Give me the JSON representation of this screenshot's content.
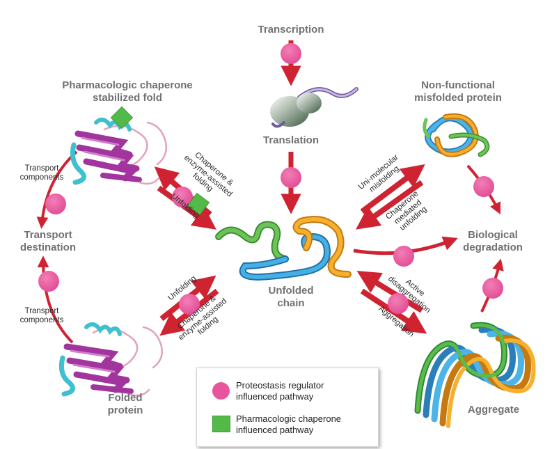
{
  "colors": {
    "arrow": "#cf2332",
    "regulator": "#e9559c",
    "chaperone": "#53b948",
    "label_gray": "#707174",
    "strand_orange": "#f3a51f",
    "strand_blue": "#38a8df",
    "strand_green": "#5dbb4a",
    "protein_magenta": "#a2349e",
    "protein_cyan": "#3fc0cf"
  },
  "icons": [
    "ribosome-icon",
    "unfolded-chain-icon",
    "misfolded-protein-icon",
    "aggregate-icon",
    "folded-protein-icon",
    "regulator-dot-icon",
    "chaperone-square-icon"
  ],
  "labels": {
    "transcription": "Transcription",
    "translation": "Translation",
    "pharmacologic_line1": "Pharmacologic chaperone",
    "pharmacologic_line2": "stabilized fold",
    "nonfunctional_line1": "Non-functional",
    "nonfunctional_line2": "misfolded protein",
    "transport_destination_line1": "Transport",
    "transport_destination_line2": "destination",
    "biological_degradation_line1": "Biological",
    "biological_degradation_line2": "degradation",
    "unfolded_chain_line1": "Unfolded",
    "unfolded_chain_line2": "chain",
    "folded_protein_line1": "Folded",
    "folded_protein_line2": "protein",
    "aggregate": "Aggregate",
    "transport_components_top_line1": "Transport",
    "transport_components_top_line2": "components",
    "transport_components_bottom_line1": "Transport",
    "transport_components_bottom_line2": "components"
  },
  "pathways": {
    "upper_left_forward_line1": "Chaperone &",
    "upper_left_forward_line2": "enzyme-assisted",
    "upper_left_forward_line3": "folding",
    "upper_left_reverse": "Unfolding",
    "lower_left_reverse": "Unfolding",
    "lower_left_forward_line1": "Chaperone &",
    "lower_left_forward_line2": "enzyme-assisted",
    "lower_left_forward_line3": "folding",
    "upper_right_forward_line1": "Uni-molecular",
    "upper_right_forward_line2": "misfolding",
    "upper_right_reverse_line1": "Chaperone",
    "upper_right_reverse_line2": "mediated",
    "upper_right_reverse_line3": "unfolding",
    "lower_right_reverse_line1": "Active",
    "lower_right_reverse_line2": "disaggregation",
    "lower_right_forward": "Aggregation"
  },
  "legend": {
    "regulator_line1": "Proteostasis regulator",
    "regulator_line2": "influenced pathway",
    "chaperone_line1": "Pharmacologic chaperone",
    "chaperone_line2": "influenced pathway"
  }
}
